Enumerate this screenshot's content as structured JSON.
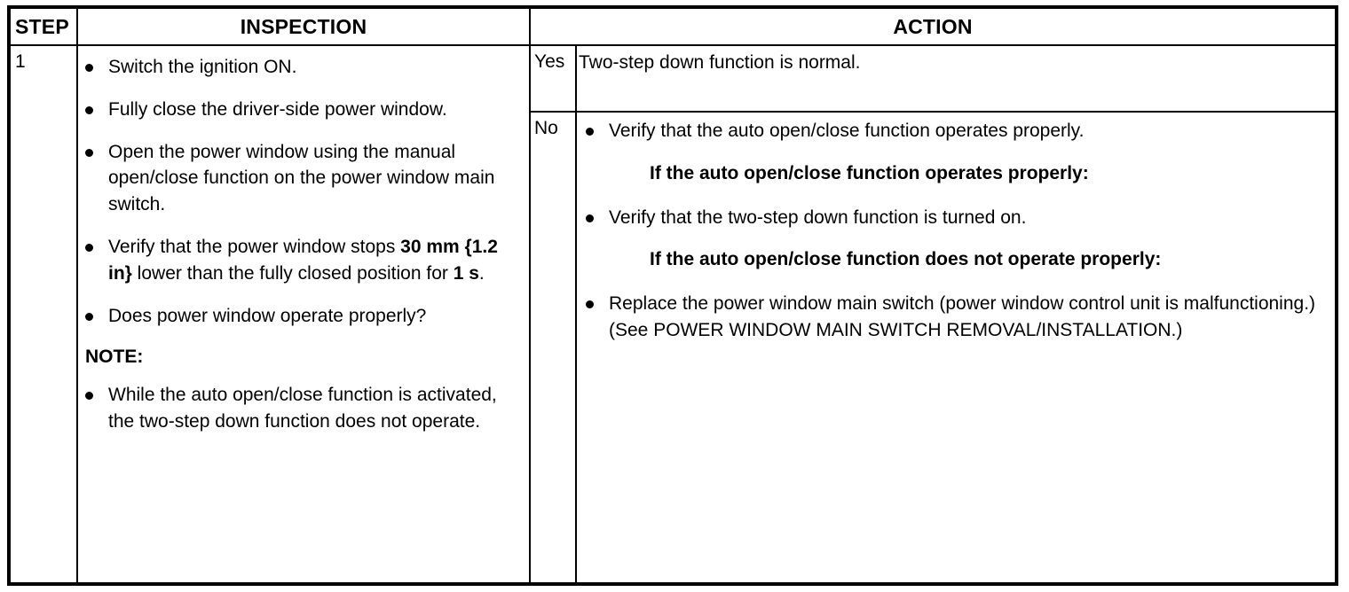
{
  "table": {
    "headers": {
      "step": "STEP",
      "inspection": "INSPECTION",
      "action": "ACTION"
    },
    "row": {
      "step_number": "1",
      "inspection": {
        "bullets": [
          {
            "segments": [
              {
                "text": "Switch the ignition ON.",
                "bold": false
              }
            ]
          },
          {
            "segments": [
              {
                "text": "Fully close the driver-side power window.",
                "bold": false
              }
            ]
          },
          {
            "segments": [
              {
                "text": "Open the power window using the manual open/close function on the power window main switch.",
                "bold": false
              }
            ]
          },
          {
            "segments": [
              {
                "text": "Verify that the power window stops ",
                "bold": false
              },
              {
                "text": "30 mm {1.2 in}",
                "bold": true
              },
              {
                "text": " lower than the fully closed position for ",
                "bold": false
              },
              {
                "text": "1 s",
                "bold": true
              },
              {
                "text": ".",
                "bold": false
              }
            ]
          },
          {
            "segments": [
              {
                "text": "Does power window operate properly?",
                "bold": false
              }
            ]
          }
        ],
        "note_label": "NOTE:",
        "note_bullets": [
          {
            "segments": [
              {
                "text": "While the auto open/close function is activated, the two-step down function does not operate.",
                "bold": false
              }
            ]
          }
        ]
      },
      "outcomes": [
        {
          "label": "Yes",
          "kind": "plain",
          "text": "Two-step down function is normal."
        },
        {
          "label": "No",
          "kind": "list",
          "blocks": [
            {
              "type": "bullet",
              "segments": [
                {
                  "text": "Verify that the auto open/close function operates properly.",
                  "bold": false
                }
              ]
            },
            {
              "type": "condition",
              "text": "If the auto open/close function operates properly:"
            },
            {
              "type": "bullet",
              "segments": [
                {
                  "text": "Verify that the two-step down function is turned on.",
                  "bold": false
                }
              ]
            },
            {
              "type": "condition",
              "text": "If the auto open/close function does not operate properly:"
            },
            {
              "type": "bullet",
              "segments": [
                {
                  "text": "Replace the power window main switch (power window control unit is malfunctioning.)(See POWER WINDOW MAIN SWITCH REMOVAL/INSTALLATION.)",
                  "bold": false
                }
              ]
            }
          ]
        }
      ]
    }
  },
  "colors": {
    "border": "#000000",
    "text": "#000000",
    "background": "#ffffff"
  }
}
